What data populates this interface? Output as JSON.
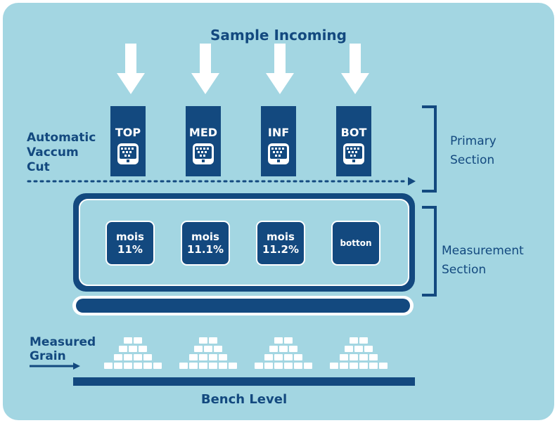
{
  "title": "Sample Incoming",
  "left_label": "Automatic Vaccum Cut",
  "left_label_lines": [
    "Automatic",
    "Vaccum",
    "Cut"
  ],
  "cassettes": [
    {
      "label": "TOP",
      "icon": "grain-counter-icon"
    },
    {
      "label": "MED",
      "icon": "grain-counter-icon"
    },
    {
      "label": "INF",
      "icon": "grain-counter-icon"
    },
    {
      "label": "BOT",
      "icon": "grain-counter-icon"
    }
  ],
  "primary_section": [
    "Primary",
    "Section"
  ],
  "measurement_section": [
    "Measurement",
    "Section"
  ],
  "measurements": [
    {
      "line1": "mois",
      "line2": "11%"
    },
    {
      "line1": "mois",
      "line2": "11.1%"
    },
    {
      "line1": "mois",
      "line2": "11.2%"
    },
    {
      "line1": "botton",
      "line2": ""
    }
  ],
  "measured_grain": [
    "Measured",
    "Grain"
  ],
  "bench_label": "Bench Level",
  "colors": {
    "background": "#a3d6e2",
    "navy": "#13497f",
    "white": "#ffffff"
  }
}
